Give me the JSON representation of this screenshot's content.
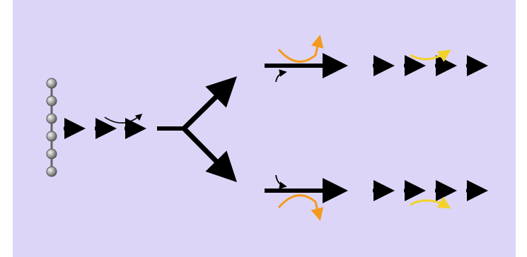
{
  "diagram": {
    "background": "#dcd5f7",
    "border": "#ffffff",
    "colors": {
      "arrow": "#000000",
      "bead_fill": "#9a9a9a",
      "bead_stroke": "#555555",
      "orange": "#f39a1d",
      "yellow": "#f2d22a"
    },
    "icons": {
      "bead": "gray-sphere",
      "arrow": "black-arrow",
      "curve_arrow": "curved-arrow"
    },
    "bead_count": 6,
    "lead_arrow_count": 3,
    "tail_arrow_count": 4
  }
}
